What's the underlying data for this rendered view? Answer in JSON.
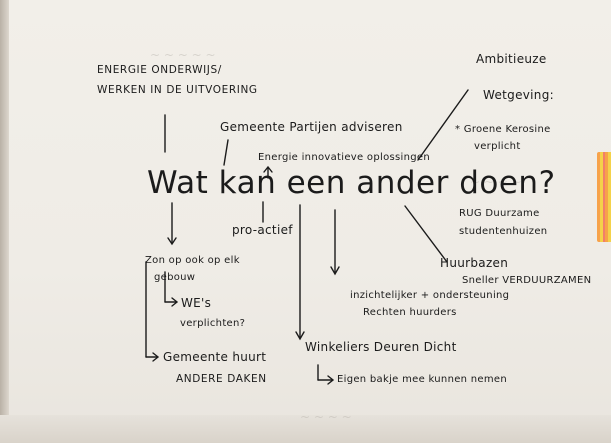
{
  "mindmap": {
    "center": "Wat kan een ander doen?",
    "energie_line1": "ENERGIE ONDERWIJS/",
    "energie_line2": "WERKEN IN DE UITVOERING",
    "gemeente_partijen": "Gemeente Partijen adviseren",
    "energie_innovatie": "Energie innovatieve oplossingen",
    "pro_actief": "pro-actief",
    "ambitieuze": "Ambitieuze",
    "wetgeving": "Wetgeving:",
    "kerosine_line1": "* Groene Kerosine",
    "kerosine_line2": "verplicht",
    "rug_line1": "RUG Duurzame",
    "rug_line2": "studentenhuizen",
    "huurbazen_line1": "Huurbazen",
    "huurbazen_line2": "Sneller VERDUURZAMEN",
    "zon_line1": "Zon op ook op elk",
    "zon_line2": "gebouw",
    "we_line1": "WE's",
    "we_line2": "verplichten?",
    "gemeente_huurt_line1": "Gemeente huurt",
    "gemeente_huurt_line2": "ANDERE DAKEN",
    "inzichtelijker_line1": "inzichtelijker + ondersteuning",
    "inzichtelijker_line2": "Rechten huurders",
    "winkeliers": "Winkeliers Deuren Dicht",
    "eigen_bakje": "Eigen bakje mee kunnen nemen"
  }
}
